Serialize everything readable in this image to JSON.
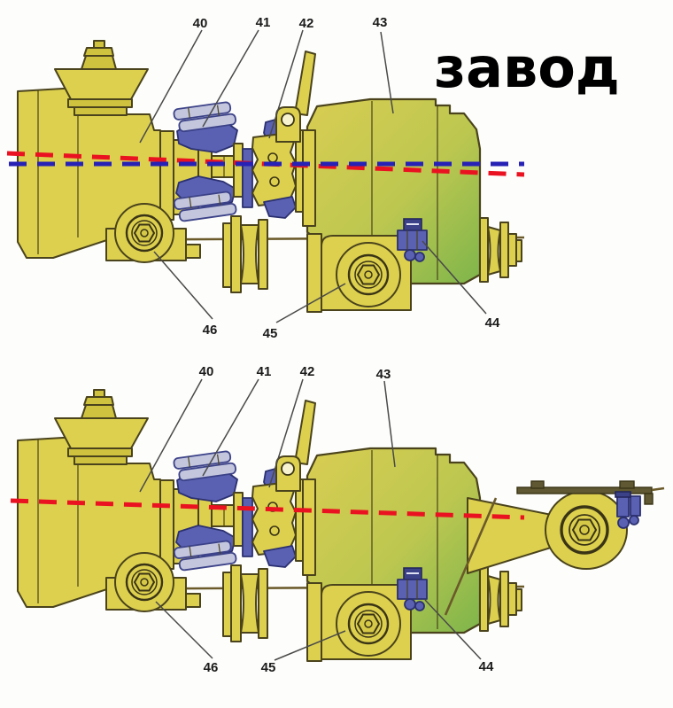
{
  "title": "завод",
  "callouts": {
    "c40": "40",
    "c41": "41",
    "c42": "42",
    "c43": "43",
    "c44": "44",
    "c45": "45",
    "c46": "46"
  },
  "colors": {
    "axis_red": "#ea1220",
    "axis_blue": "#2721b6",
    "body_yellow": "#ddd04e",
    "case_green": "#8fbc50",
    "joint_blue": "#5a61b2",
    "background": "#fdfdfb"
  }
}
